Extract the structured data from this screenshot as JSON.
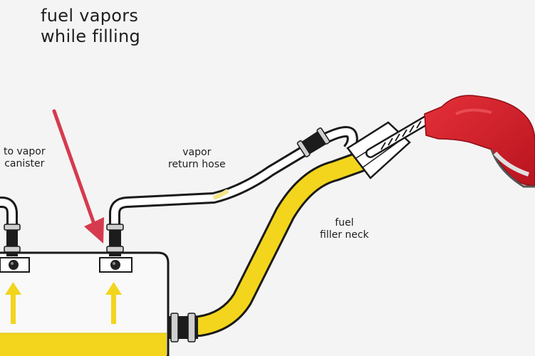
{
  "title": {
    "line1": "fuel vapors",
    "line2": "while filling"
  },
  "labels": {
    "canister": {
      "line1": "to vapor",
      "line2": "canister"
    },
    "vapor_return": {
      "line1": "vapor",
      "line2": "return hose"
    },
    "filler_neck": {
      "line1": "fuel",
      "line2": "filler neck"
    }
  },
  "colors": {
    "fuel": "#f2d51c",
    "nozzle": "#d8202b",
    "arrow": "#d63a4e",
    "hose_outline": "#1a1a1a",
    "background": "#f4f4f4"
  },
  "icons": [
    "fuel-nozzle-icon",
    "vapor-flow-arrow-icon",
    "hose-clamp-icon"
  ]
}
